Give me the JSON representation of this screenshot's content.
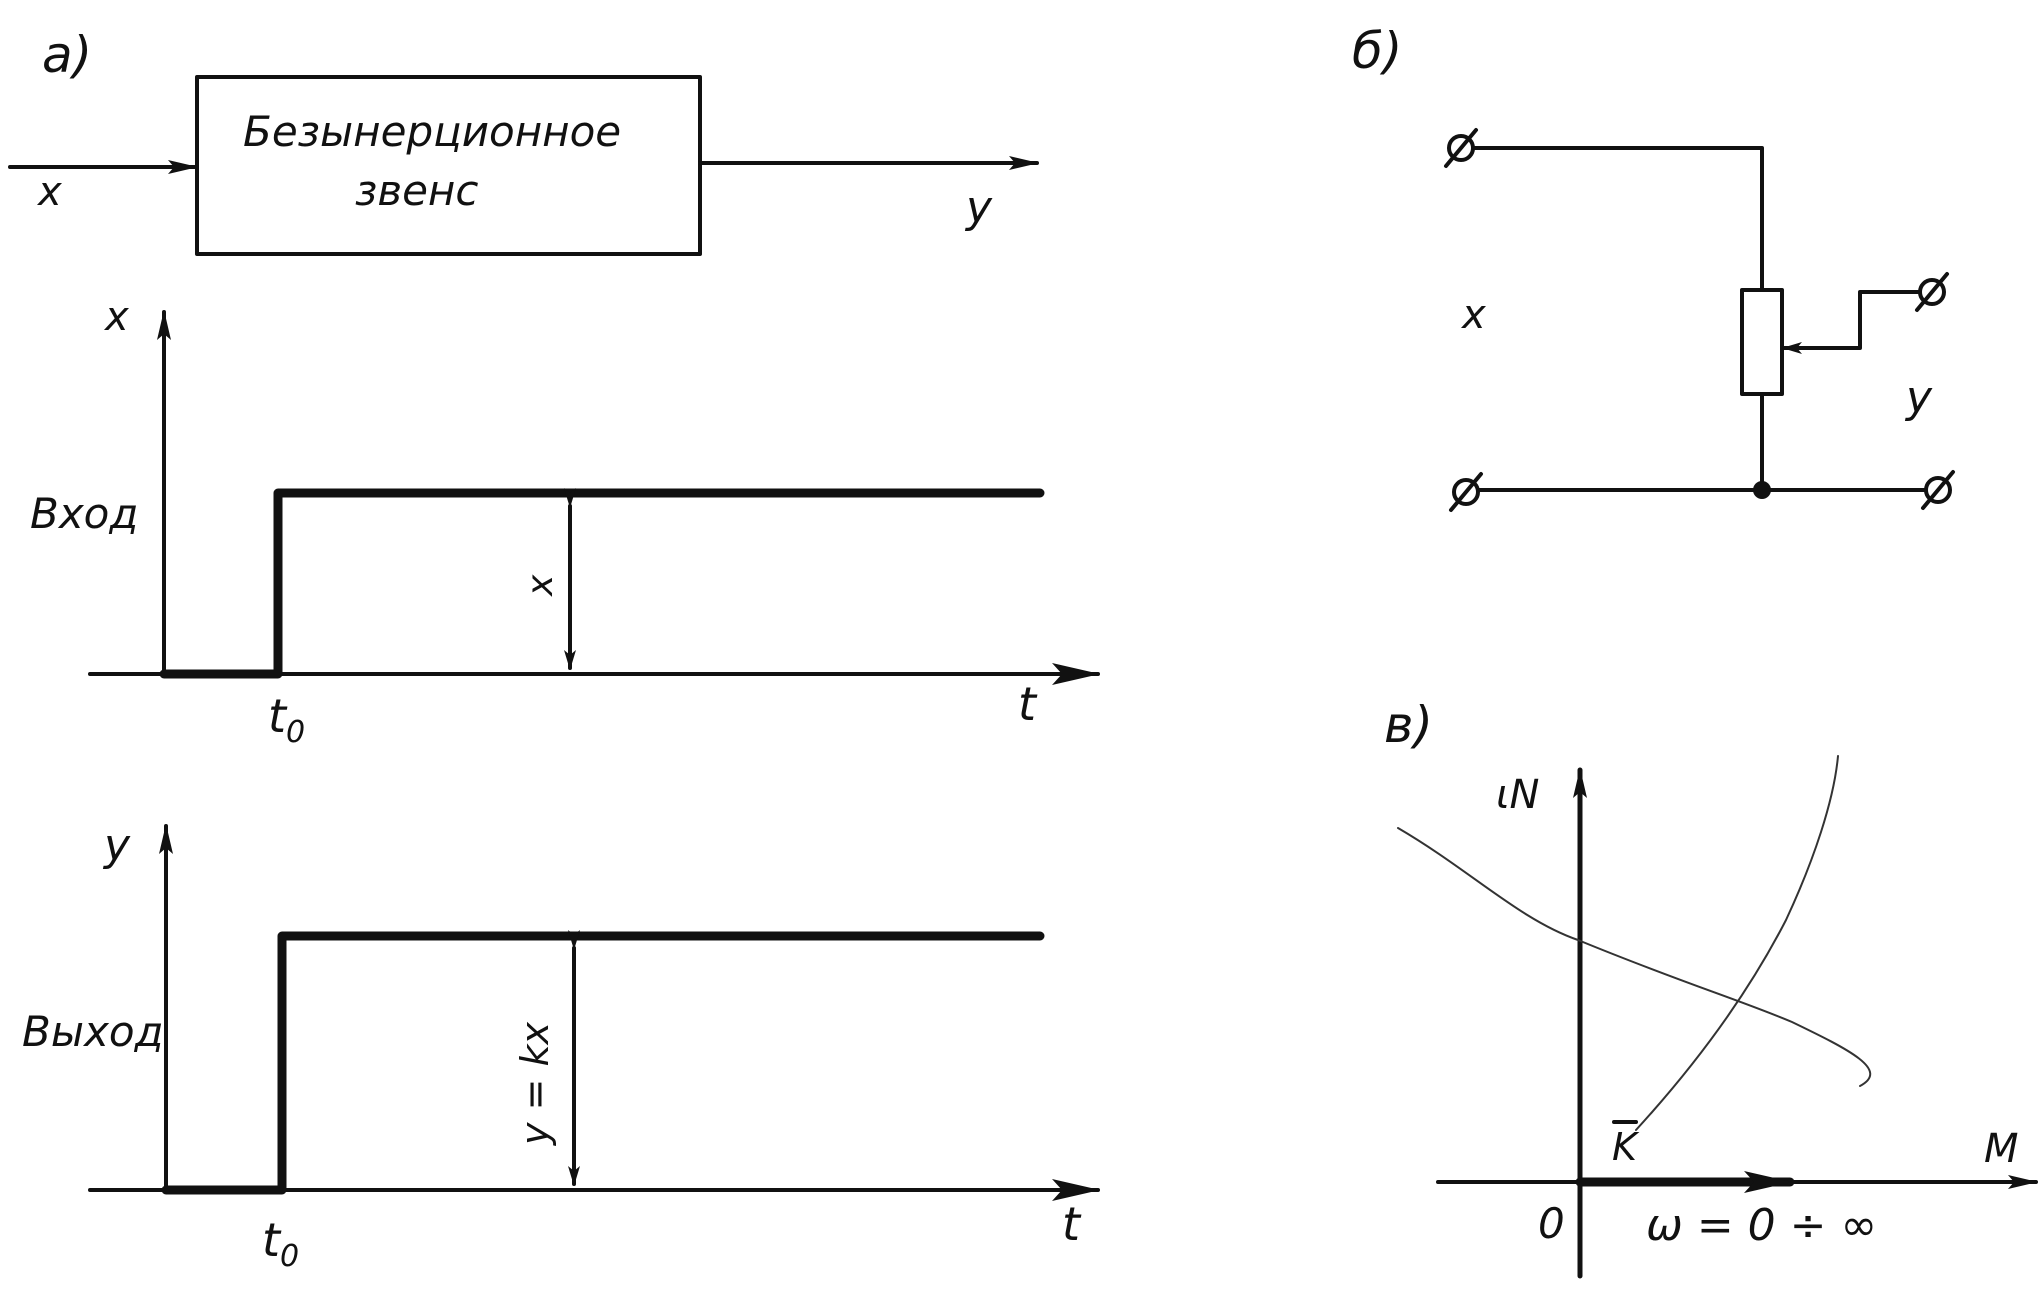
{
  "panel_a": {
    "label": "а)",
    "block_line1": "Безынерционное",
    "block_line2": "звенс",
    "input_signal": "x",
    "output_signal": "y",
    "input_chart": {
      "y_axis_label": "x",
      "row_label": "Вход",
      "amplitude_label": "x",
      "time_mark": "t",
      "time_mark_sub": "0",
      "time_axis_label": "t"
    },
    "output_chart": {
      "y_axis_label": "y",
      "row_label": "Выход",
      "amplitude_label": "y = kx",
      "time_mark": "t",
      "time_mark_sub": "0",
      "time_axis_label": "t"
    }
  },
  "panel_b": {
    "label": "б)",
    "input_label": "x",
    "output_label": "y"
  },
  "panel_c": {
    "label": "в)",
    "y_axis_label": "ιN",
    "x_axis_label": "M",
    "origin_label": "0",
    "vector_label": "K",
    "omega_label": "ω = 0 ÷ ∞"
  }
}
